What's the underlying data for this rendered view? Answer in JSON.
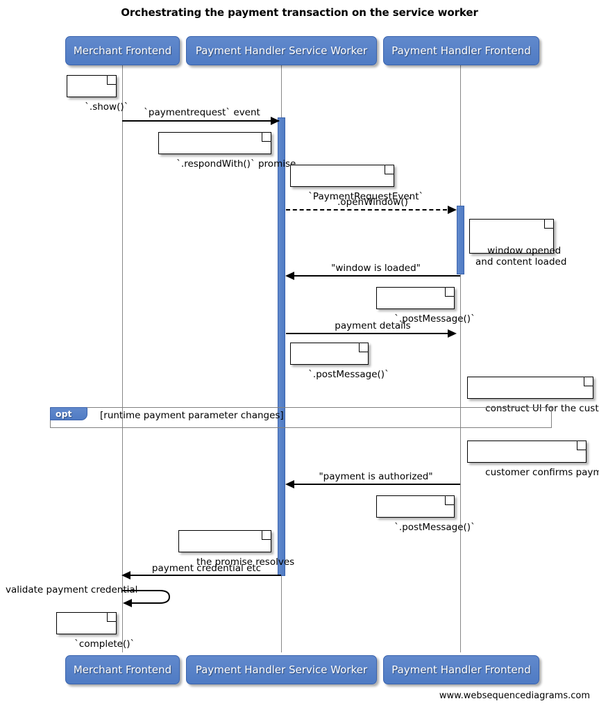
{
  "diagram": {
    "title": "Orchestrating the payment transaction on the service worker",
    "footer": "www.websequencediagrams.com",
    "type": "sequence-diagram",
    "colors": {
      "participant_fill": "#5b83c8",
      "participant_border": "#3a63ad",
      "participant_text": "#ffffff",
      "activation_fill": "#5b83c8",
      "line": "#000000",
      "lifeline": "#878787",
      "fragment_border": "#808080",
      "note_fill": "#ffffff",
      "background": "#ffffff"
    }
  },
  "participants": [
    {
      "id": "merchant",
      "label": "Merchant Frontend"
    },
    {
      "id": "sw",
      "label": "Payment Handler Service Worker"
    },
    {
      "id": "phf",
      "label": "Payment Handler Frontend"
    }
  ],
  "participants_bottom": [
    {
      "id": "merchant",
      "label": "Merchant Frontend"
    },
    {
      "id": "sw",
      "label": "Payment Handler Service Worker"
    },
    {
      "id": "phf",
      "label": "Payment Handler Frontend"
    }
  ],
  "messages": [
    {
      "id": "m1",
      "label": "`paymentrequest` event",
      "from": "merchant",
      "to": "sw",
      "style": "solid",
      "direction": "right"
    },
    {
      "id": "m2",
      "label": "`.openWindow()`",
      "from": "sw",
      "to": "phf",
      "style": "dashed",
      "direction": "right"
    },
    {
      "id": "m3",
      "label": "\"window is loaded\"",
      "from": "phf",
      "to": "sw",
      "style": "solid",
      "direction": "left"
    },
    {
      "id": "m4",
      "label": "payment details",
      "from": "sw",
      "to": "phf",
      "style": "solid",
      "direction": "right"
    },
    {
      "id": "m5",
      "label": "\"payment is authorized\"",
      "from": "phf",
      "to": "sw",
      "style": "solid",
      "direction": "left"
    },
    {
      "id": "m6",
      "label": "payment credential etc",
      "from": "sw",
      "to": "merchant",
      "style": "solid",
      "direction": "left"
    },
    {
      "id": "m7",
      "label": "validate payment credential",
      "from": "merchant",
      "to": "merchant",
      "style": "solid",
      "direction": "self"
    }
  ],
  "notes": [
    {
      "id": "n1",
      "text": "`.show()`"
    },
    {
      "id": "n2",
      "text": "`.respondWith()` promise"
    },
    {
      "id": "n3",
      "text": "`PaymentRequestEvent`"
    },
    {
      "id": "n4",
      "text": "window opened\nand content loaded"
    },
    {
      "id": "n5",
      "text": "`.postMessage()`"
    },
    {
      "id": "n6",
      "text": "`.postMessage()`"
    },
    {
      "id": "n7",
      "text": "construct UI for the customer"
    },
    {
      "id": "n8",
      "text": "customer confirms payment"
    },
    {
      "id": "n9",
      "text": "`.postMessage()`"
    },
    {
      "id": "n10",
      "text": "the promise resolves"
    },
    {
      "id": "n11",
      "text": "`complete()`"
    }
  ],
  "fragments": [
    {
      "id": "f1",
      "kind": "opt",
      "condition": "[runtime payment parameter changes]"
    }
  ]
}
